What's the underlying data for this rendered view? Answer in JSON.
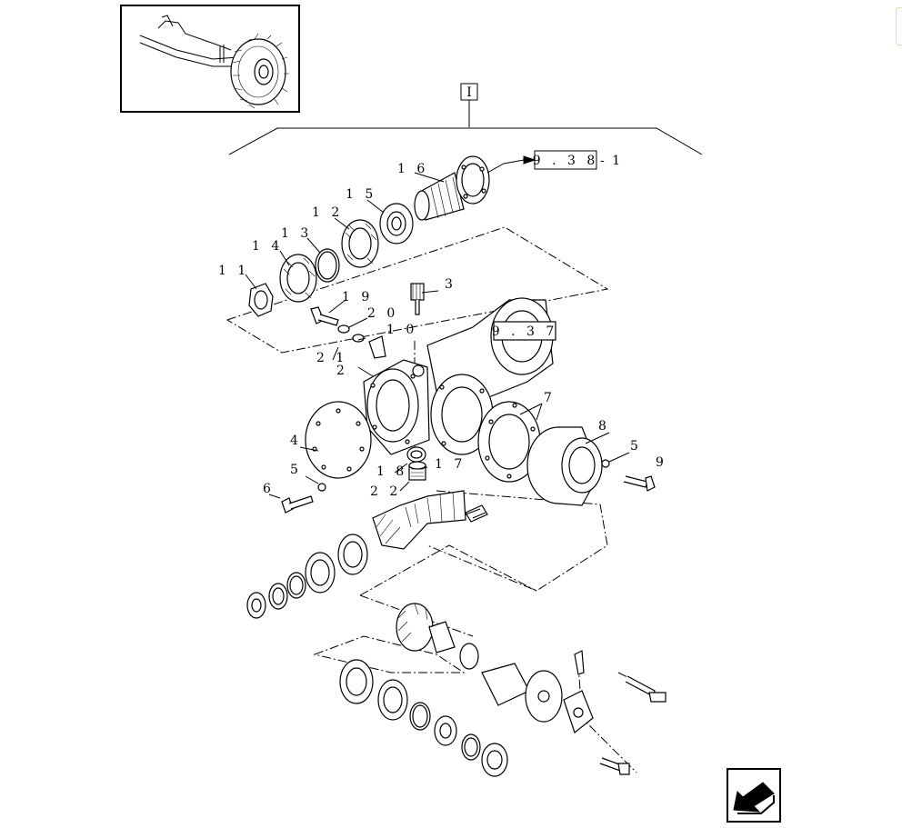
{
  "group_ref": "I",
  "refs": {
    "ref_a": "9 . 3 8",
    "ref_a_suffix": "- 1",
    "ref_b": "9 . 3 7"
  },
  "labels": {
    "l1": "1 6",
    "l2": "1 5",
    "l3": "1 2",
    "l4": "1 3",
    "l5": "1 4",
    "l6": "1 1",
    "l7": "3",
    "l8": "1 9",
    "l9": "2 0",
    "l10": "1 0",
    "l11": "2 1",
    "l12": "2",
    "l13": "7",
    "l14": "8",
    "l15": "5",
    "l16": "9",
    "l17": "4",
    "l18": "5",
    "l19": "6",
    "l20": "1 8",
    "l21": "1 7",
    "l22": "2 2"
  }
}
